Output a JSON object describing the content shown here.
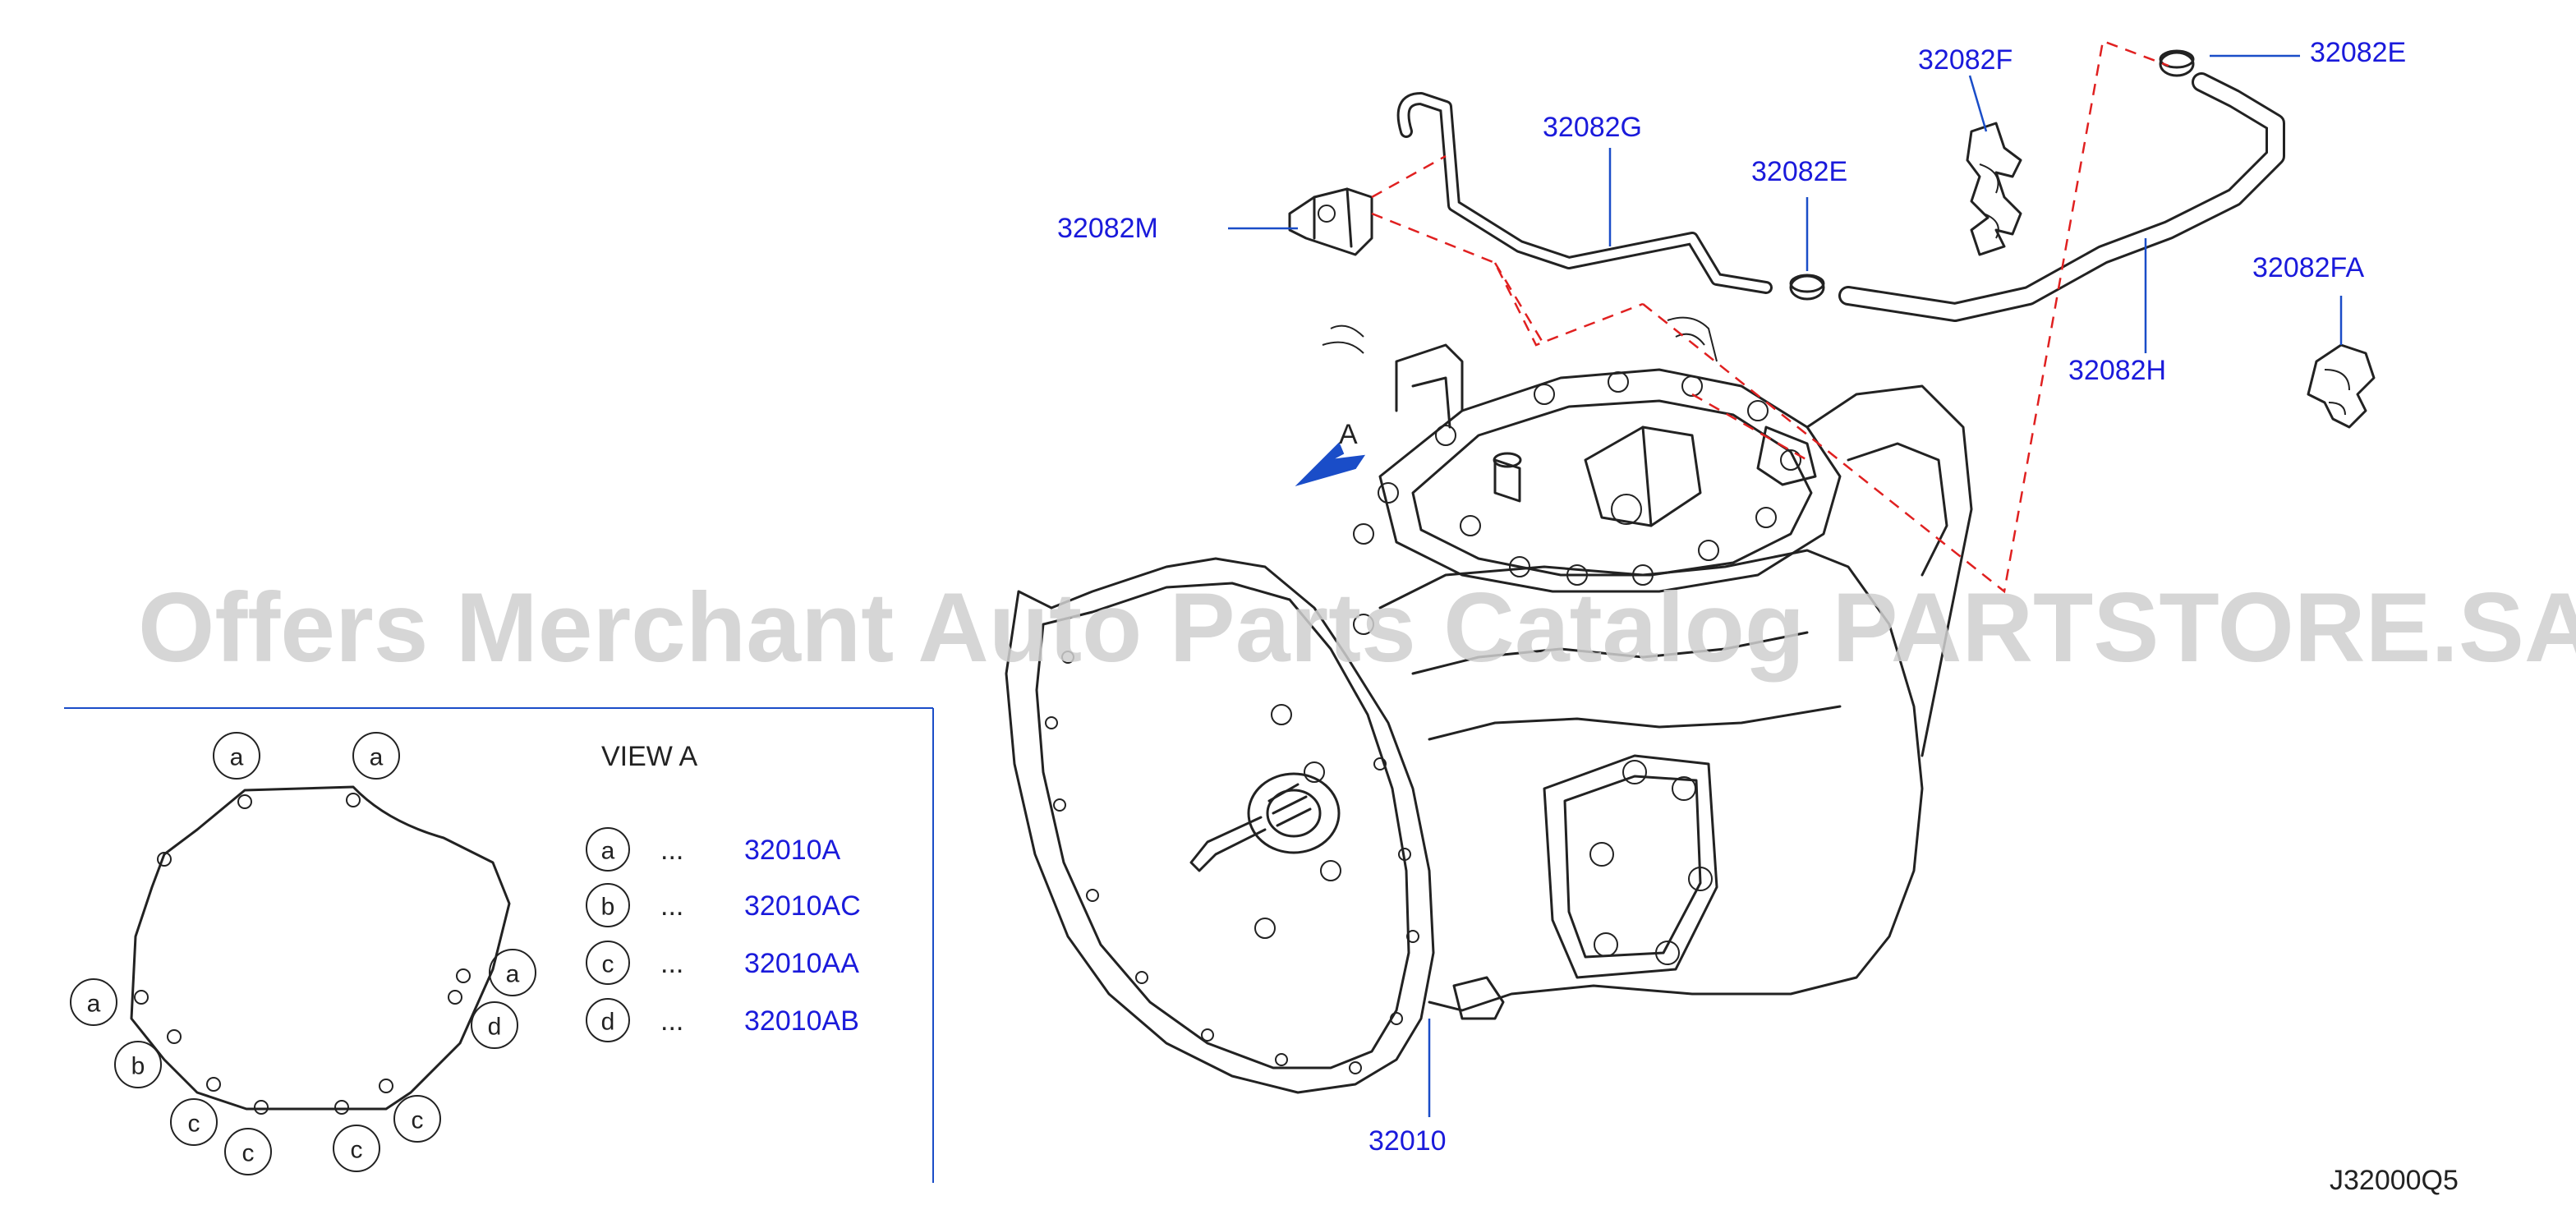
{
  "callouts": {
    "p32082G": "32082G",
    "p32082M": "32082M",
    "p32082E_top": "32082E",
    "p32082E_mid": "32082E",
    "p32082F": "32082F",
    "p32082FA": "32082FA",
    "p32082H": "32082H",
    "p32010": "32010"
  },
  "arrow_label": "A",
  "view_label": "VIEW A",
  "legend": [
    {
      "letter": "a",
      "dots": "...",
      "part": "32010A"
    },
    {
      "letter": "b",
      "dots": "...",
      "part": "32010AC"
    },
    {
      "letter": "c",
      "dots": "...",
      "part": "32010AA"
    },
    {
      "letter": "d",
      "dots": "...",
      "part": "32010AB"
    }
  ],
  "gasket_letters": {
    "a1": "a",
    "a2": "a",
    "a3": "a",
    "a4": "a",
    "b1": "b",
    "c1": "c",
    "c2": "c",
    "c3": "c",
    "c4": "c",
    "d1": "d"
  },
  "diagram_code": "J32000Q5",
  "watermark": "Offers Merchant Auto Parts Catalog PARTSTORE.SA",
  "colors": {
    "callout": "#1a1adb",
    "leader": "#1a4dc8",
    "dashed_line": "#e02020",
    "ink": "#222222",
    "watermark": "#cfcfcf"
  }
}
